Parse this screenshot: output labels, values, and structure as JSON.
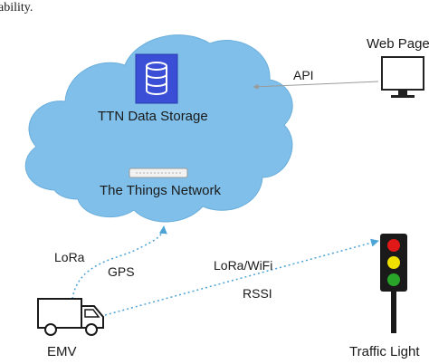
{
  "caption_fragment": "ability.",
  "cloud": {
    "storage_label": "TTN Data Storage",
    "network_label": "The Things Network",
    "icon": "database-icon",
    "color": "#7fbfe9"
  },
  "webpage": {
    "label": "Web Page",
    "icon": "monitor-icon"
  },
  "links": {
    "api": "API",
    "lora": "LoRa",
    "gps": "GPS",
    "lora_wifi": "LoRa/WiFi",
    "rssi": "RSSI"
  },
  "emv": {
    "label": "EMV",
    "icon": "truck-icon"
  },
  "traffic_light": {
    "label": "Traffic Light",
    "icon": "traffic-light-icon",
    "colors": {
      "red": "#e01818",
      "amber": "#f0e000",
      "green": "#29a629"
    }
  },
  "colors": {
    "database_bg": "#3a4fd6",
    "connector": "#4ba3d6",
    "api_arrow": "#9a9a9a"
  }
}
